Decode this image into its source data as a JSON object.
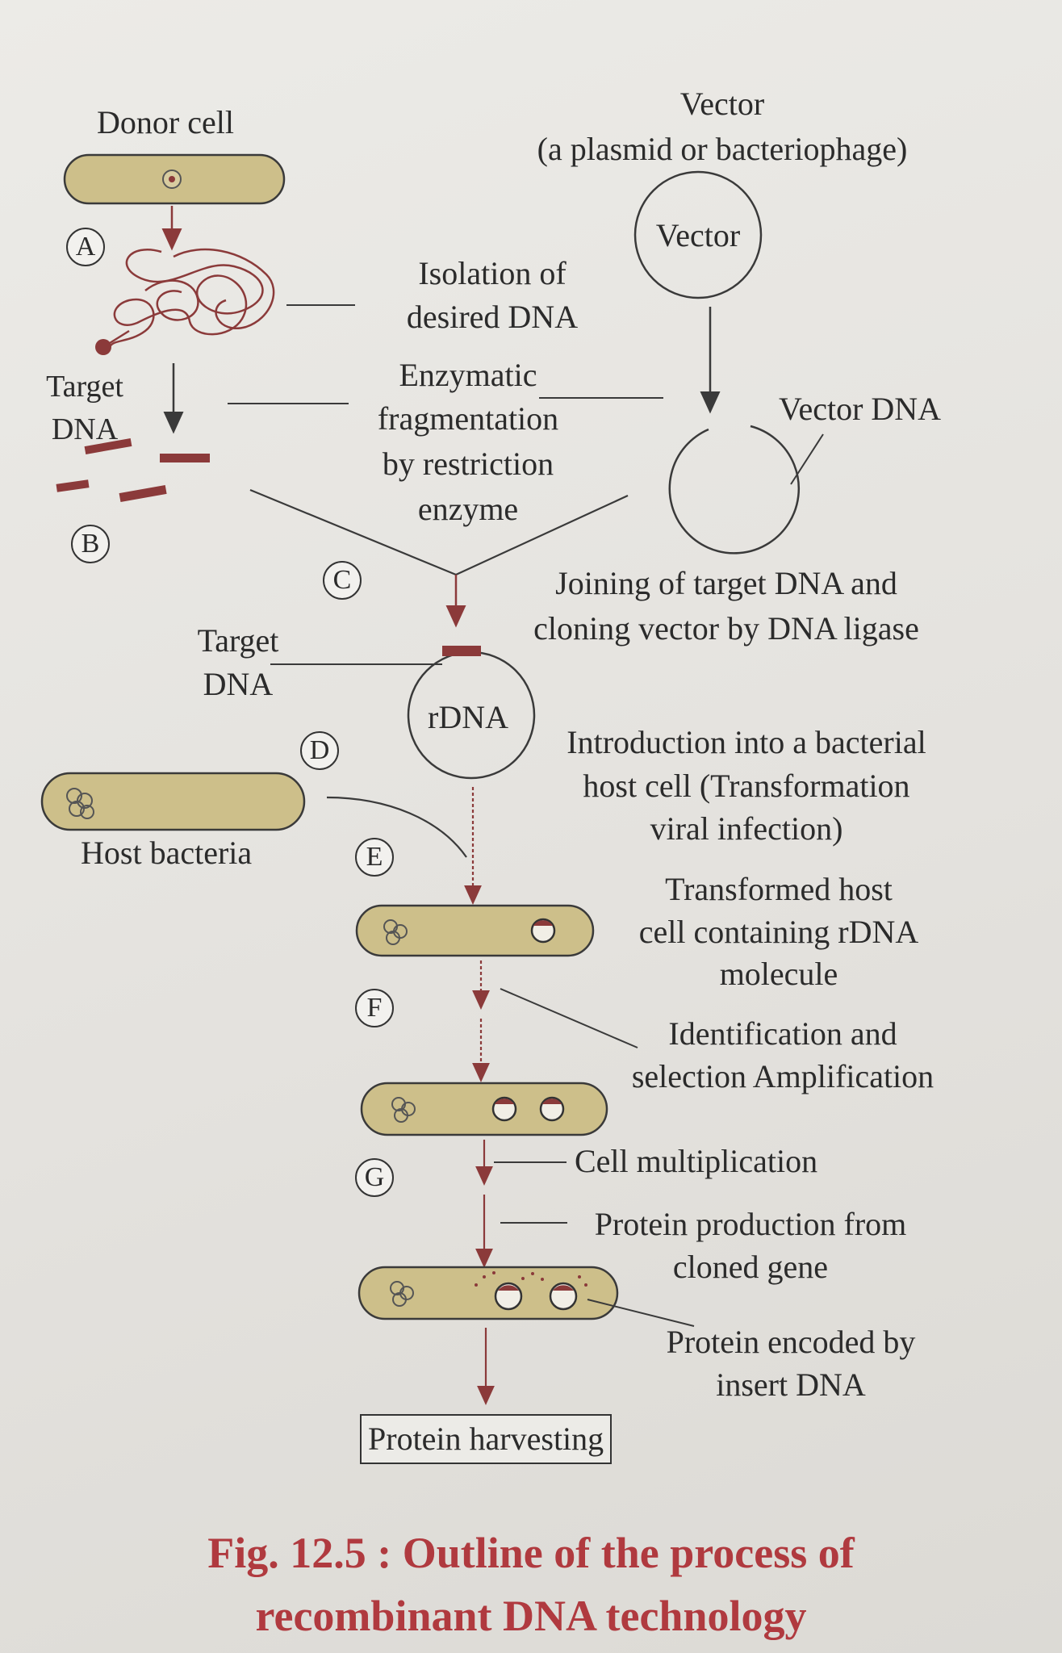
{
  "labels": {
    "donor_cell": "Donor cell",
    "vector_title": "Vector",
    "vector_sub": "(a plasmid or bacteriophage)",
    "vector_circle": "Vector",
    "isolation_1": "Isolation of",
    "isolation_2": "desired DNA",
    "target_dna_1": "Target",
    "target_dna_2": "DNA",
    "enzymatic_1": "Enzymatic",
    "enzymatic_2": "fragmentation",
    "enzymatic_3": "by restriction",
    "enzymatic_4": "enzyme",
    "vector_dna": "Vector DNA",
    "joining_1": "Joining of target DNA and",
    "joining_2": "cloning vector by DNA ligase",
    "target_dna2_1": "Target",
    "target_dna2_2": "DNA",
    "rdna": "rDNA",
    "intro_1": "Introduction into a bacterial",
    "intro_2": "host cell (Transformation",
    "intro_3": "viral infection)",
    "host_bacteria": "Host bacteria",
    "transformed_1": "Transformed host",
    "transformed_2": "cell containing rDNA",
    "transformed_3": "molecule",
    "identification_1": "Identification and",
    "identification_2": "selection Amplification",
    "cell_multiplication": "Cell multiplication",
    "protein_production_1": "Protein production from",
    "protein_production_2": "cloned gene",
    "protein_encoded_1": "Protein encoded by",
    "protein_encoded_2": "insert DNA",
    "protein_harvesting": "Protein harvesting"
  },
  "steps": [
    "A",
    "B",
    "C",
    "D",
    "E",
    "F",
    "G"
  ],
  "caption": {
    "line1": "Fig. 12.5 : Outline of the process of",
    "line2": "recombinant DNA technology"
  },
  "colors": {
    "cell_fill": "#cdbf8a",
    "dna_segment": "#8b3a3a",
    "caption": "#b03a3f",
    "line": "#3a3a3a"
  }
}
